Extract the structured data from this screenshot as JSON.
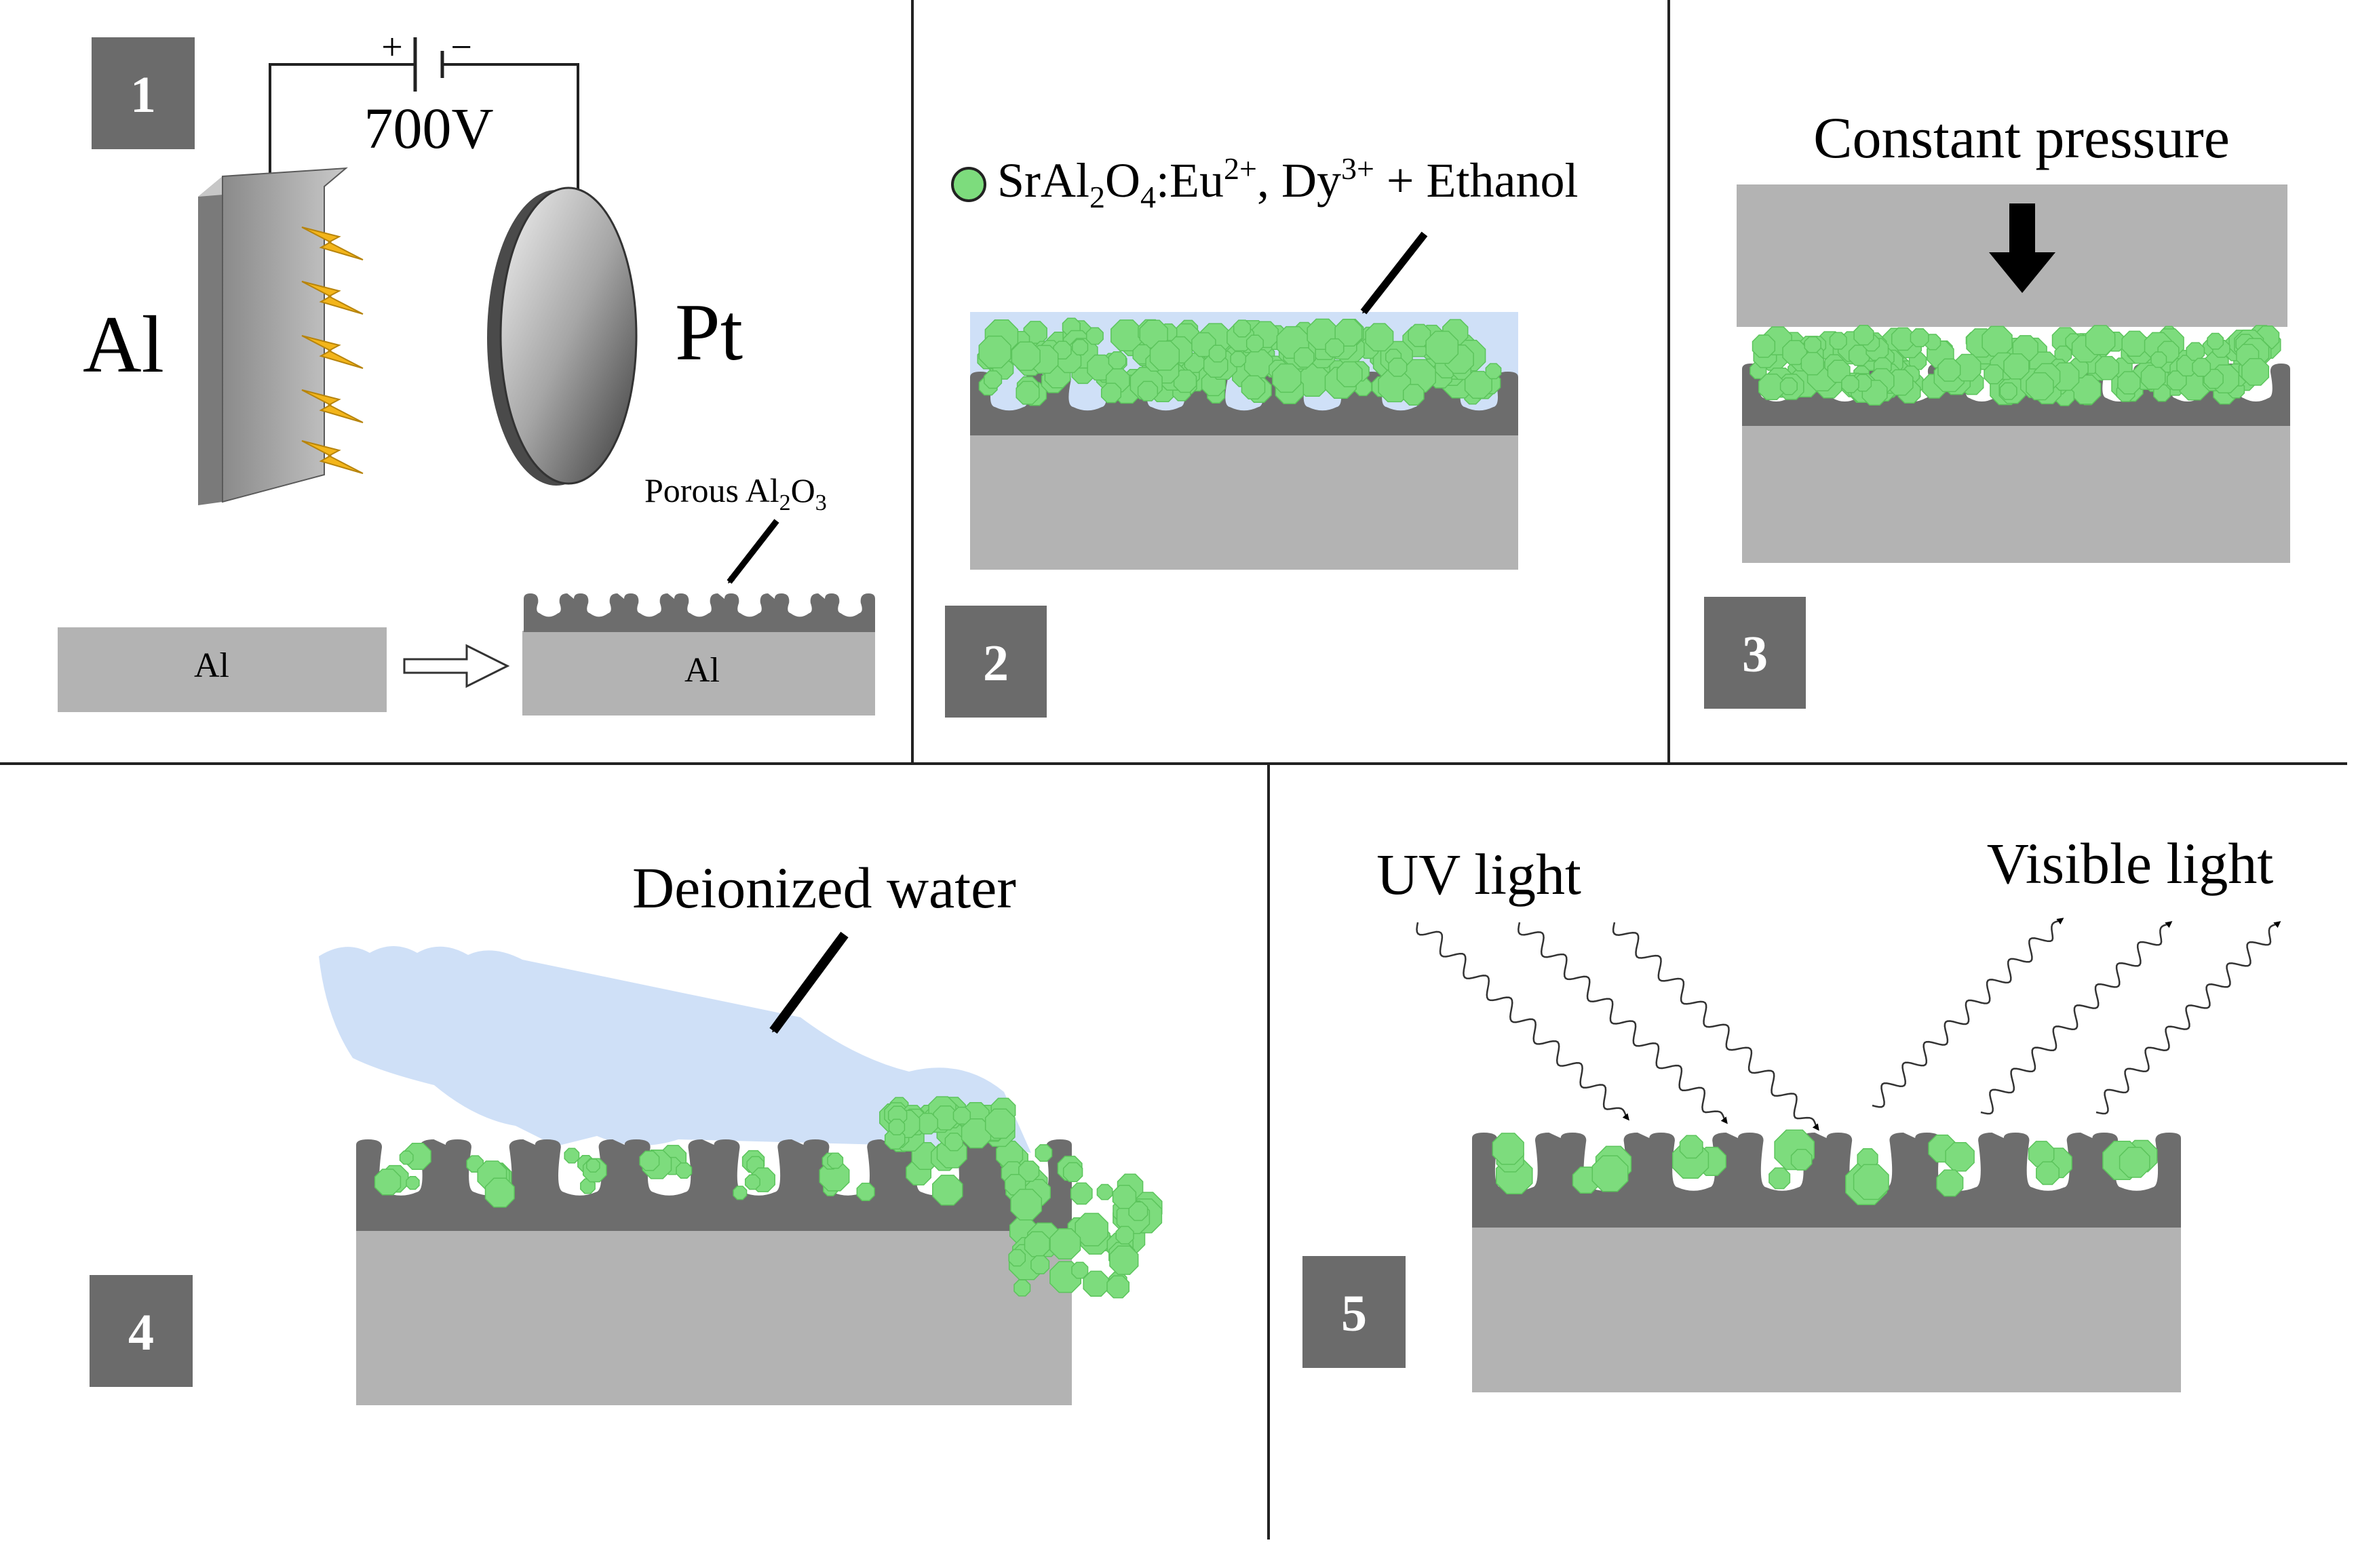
{
  "colors": {
    "substrate": "#b3b3b3",
    "oxide": "#6d6d6d",
    "badge": "#6b6b6b",
    "phosphor": "#7ddc7d",
    "phosphor_edge": "#5cc45c",
    "liquid": "#cfe0f7",
    "bolt": "#f3b51a",
    "divider": "#222222"
  },
  "panels": [
    {
      "number": "1",
      "voltage": "700V",
      "plus": "+",
      "minus": "−",
      "anode_label": "Al",
      "cathode_label": "Pt",
      "porous_label": "Porous Al",
      "porous_sub_2": "2",
      "porous_o": "O",
      "porous_sub_3": "3",
      "substrate_before": "Al",
      "substrate_after": "Al"
    },
    {
      "number": "2",
      "legend_sr": "SrAl",
      "legend_sub2": "2",
      "legend_o": "O",
      "legend_sub4": "4",
      "legend_eu": ":Eu",
      "legend_sup_eu": "2+",
      "legend_dy": ", Dy",
      "legend_sup_dy": "3+",
      "legend_tail": " + Ethanol"
    },
    {
      "number": "3",
      "label": "Constant pressure"
    },
    {
      "number": "4",
      "label": "Deionized water"
    },
    {
      "number": "5",
      "uv_label": "UV light",
      "visible_label": "Visible light"
    }
  ]
}
